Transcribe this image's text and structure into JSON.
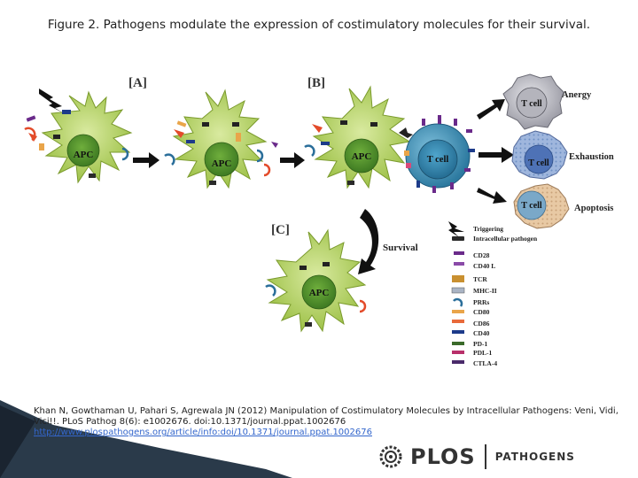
{
  "title": "Figure 2. Pathogens modulate the expression of costimulatory molecules for their survival.",
  "panels": {
    "a": "[A]",
    "b": "[B]",
    "c": "[C]"
  },
  "cells": {
    "apc": "APC",
    "tcell": "T cell",
    "tcell_small": "T cell"
  },
  "outcomes": {
    "anergy": "Anergy",
    "exhaustion": "Exhaustion",
    "apoptosis": "Apoptosis",
    "survival": "Survival"
  },
  "legend": [
    "Triggering",
    "Intracellular pathogen",
    "CD28",
    "CD40 L",
    "TCR",
    "MHC-II",
    "PRRs",
    "CD80",
    "CD86",
    "CD40",
    "PD-1",
    "PDL-1",
    "CTLA-4"
  ],
  "citation": {
    "line1": "Khan N, Gowthaman U, Pahari S, Agrewala JN (2012) Manipulation of Costimulatory Molecules by Intracellular Pathogens: Veni, Vidi,",
    "line2": "Vici!!. PLoS Pathog 8(6): e1002676. doi:10.1371/journal.ppat.1002676",
    "link": "http://www.plospathogens.org/article/info:doi/10.1371/journal.ppat.1002676"
  },
  "logo": {
    "word": "PLOS",
    "journal": "PATHOGENS"
  },
  "colors": {
    "apc_fill": "#b7d36a",
    "apc_edge": "#7a9a2c",
    "nucleus": "#4e8a2b",
    "tcell_fill": "#3f8fb5",
    "arrow": "#111111"
  }
}
